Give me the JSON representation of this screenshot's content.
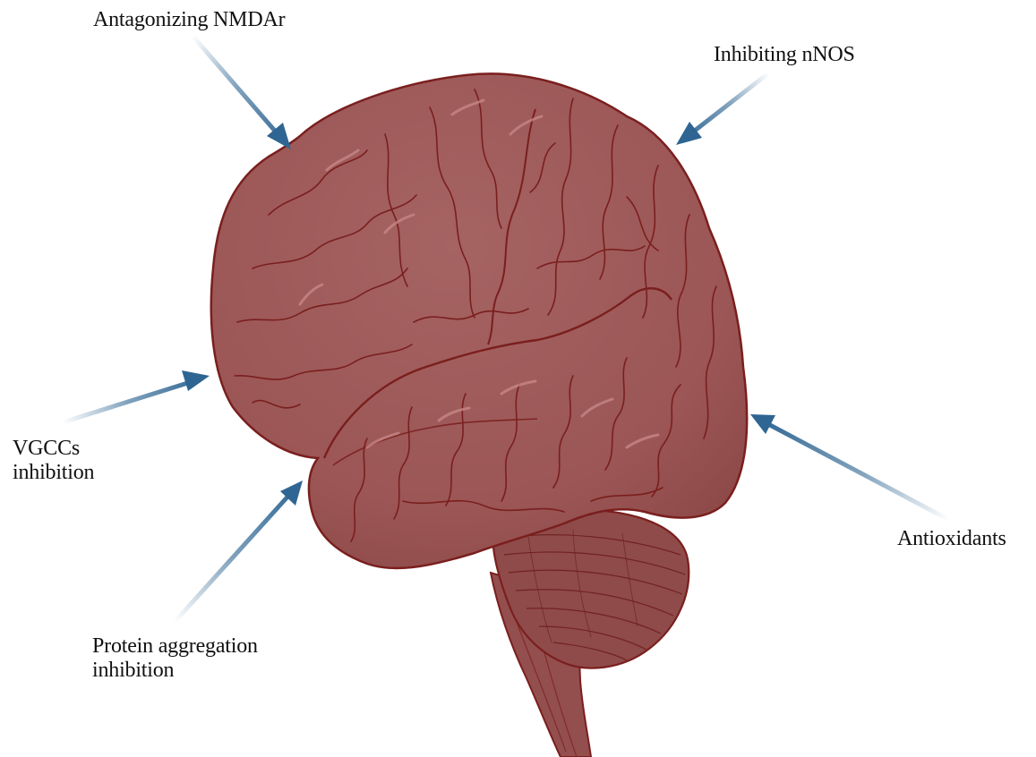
{
  "labels": {
    "nmdar": "Antagonizing NMDAr",
    "nnos": "Inhibiting nNOS",
    "vgcc": [
      "VGCCs",
      "inhibition"
    ],
    "protein": [
      "Protein aggregation",
      "inhibition"
    ],
    "antioxidants": "Antioxidants"
  },
  "colors": {
    "brain_fill": "#9b5655",
    "brain_outline": "#7a1f1e",
    "brain_highlight": "#c98a89",
    "cerebellum_fill": "#8e4b4a",
    "arrow": "#2e6592",
    "text": "#111111"
  }
}
